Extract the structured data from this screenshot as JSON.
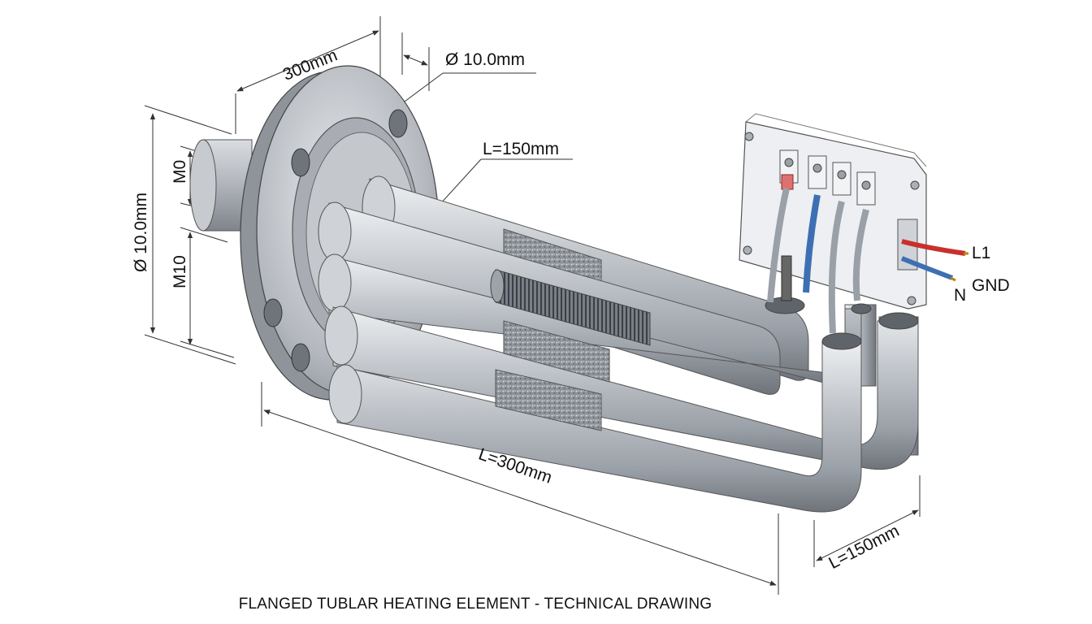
{
  "title": "FLANGED TUBLAR HEATING ELEMENT - TECHNICAL DRAWING",
  "dimensions": {
    "flange_width": "300mm",
    "hole_diameter": "Ø 10.0mm",
    "flange_diameter": "Ø 10.0mm",
    "thread_top": "M0",
    "thread_bottom": "M10",
    "element_length_short": "L=150mm",
    "element_length_long": "L=300mm",
    "bend_length": "L=150mm"
  },
  "wiring": {
    "line": "L1",
    "neutral": "N",
    "ground": "GND"
  },
  "colors": {
    "metal": "#b8bcc2",
    "metal_dark": "#7d8289",
    "wire_red": "#c9302c",
    "wire_blue": "#3d6fb3",
    "box": "#dfe3e8"
  }
}
